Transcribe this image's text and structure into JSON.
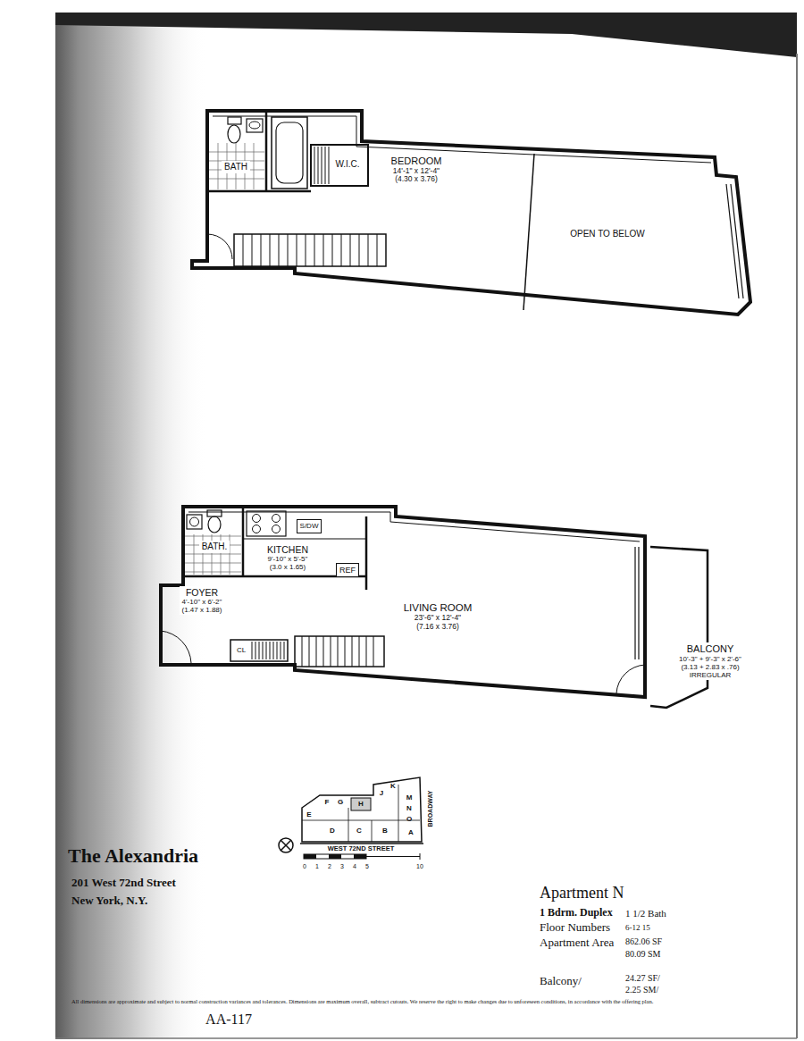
{
  "diagram": {
    "title": "The Alexandria",
    "nodes": [
      {
        "text": [
          "BATH"
        ]
      },
      {
        "text": [
          "W.I.C."
        ]
      },
      {
        "text": [
          "BEDROOM",
          "14'-1\" x 12'-4\"",
          "(4.30 x 3.76)"
        ]
      },
      {
        "text": [
          "OPEN TO BELOW"
        ]
      },
      {
        "text": [
          "S/DW"
        ]
      },
      {
        "text": [
          "REF"
        ]
      },
      {
        "text": [
          "BATH."
        ]
      },
      {
        "text": [
          "KITCHEN",
          "9'-10\" x 5'-5\"",
          "(3.0 x 1.65)"
        ]
      },
      {
        "text": [
          "FOYER",
          "4'-10\" x 6'-2\"",
          "(1.47 x 1.88)"
        ]
      },
      {
        "text": [
          "LIVING ROOM",
          "23'-6\" x 12'-4\"",
          "(7.16 x 3.76)"
        ]
      },
      {
        "text": [
          "BALCONY",
          "10'-3\" + 9'-3\" x 2'-6\"",
          "(3.13 + 2.83 x .76)",
          "IRREGULAR"
        ]
      },
      {
        "text": [
          "CL"
        ]
      }
    ],
    "labels": [
      "201 West 72nd Street",
      "New York, N.Y.",
      "All dimensions are approximate and subject to normal construction variances and tolerances. Dimensions are maximum overall, subtract cutouts. We reserve the right to make changes due to unforeseen conditions, in accordance with the offering plan.",
      "F",
      "G",
      "H",
      "J",
      "K",
      "M",
      "N",
      "O",
      "E",
      "D",
      "C",
      "B",
      "A",
      "BROADWAY",
      "WEST 72ND STREET",
      "0",
      "1",
      "2",
      "3",
      "4",
      "5",
      "10",
      "Apartment N",
      "1 Bdrm. Duplex",
      "1 1/2 Bath",
      "Floor Numbers",
      "6-12 15",
      "Apartment Area",
      "862.06 SF",
      "80.09 SM",
      "Balcony/",
      "24.27 SF/",
      "2.25 SM/",
      "AA-117"
    ]
  }
}
